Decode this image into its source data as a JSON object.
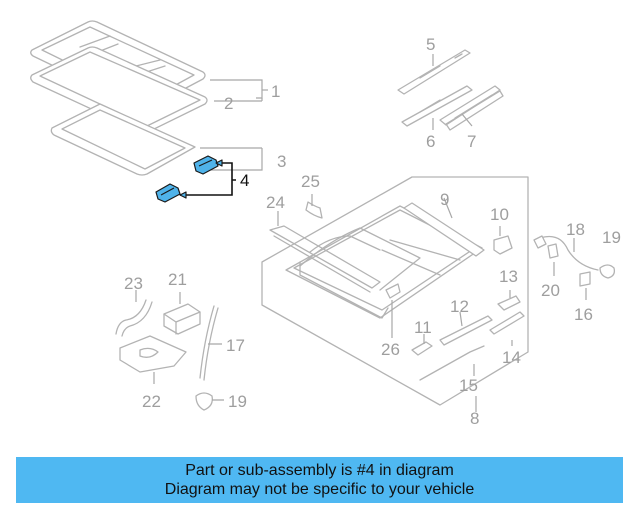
{
  "diagram": {
    "callouts": {
      "c1": "1",
      "c2": "2",
      "c3": "3",
      "c4": "4",
      "c5": "5",
      "c6": "6",
      "c7": "7",
      "c8": "8",
      "c9": "9",
      "c10": "10",
      "c11": "11",
      "c12": "12",
      "c13": "13",
      "c14": "14",
      "c15": "15",
      "c16": "16",
      "c17": "17",
      "c18": "18",
      "c19a": "19",
      "c19b": "19",
      "c20": "20",
      "c21": "21",
      "c22": "22",
      "c23": "23",
      "c24": "24",
      "c25": "25",
      "c26": "26"
    },
    "highlighted_part": "4",
    "highlight_color": "#4fb3ea",
    "line_color": "#b3b3b3"
  },
  "banner": {
    "line1": "Part or sub-assembly is #4 in diagram",
    "line2": "Diagram may not be specific to your vehicle",
    "background": "#4fb8f2"
  }
}
